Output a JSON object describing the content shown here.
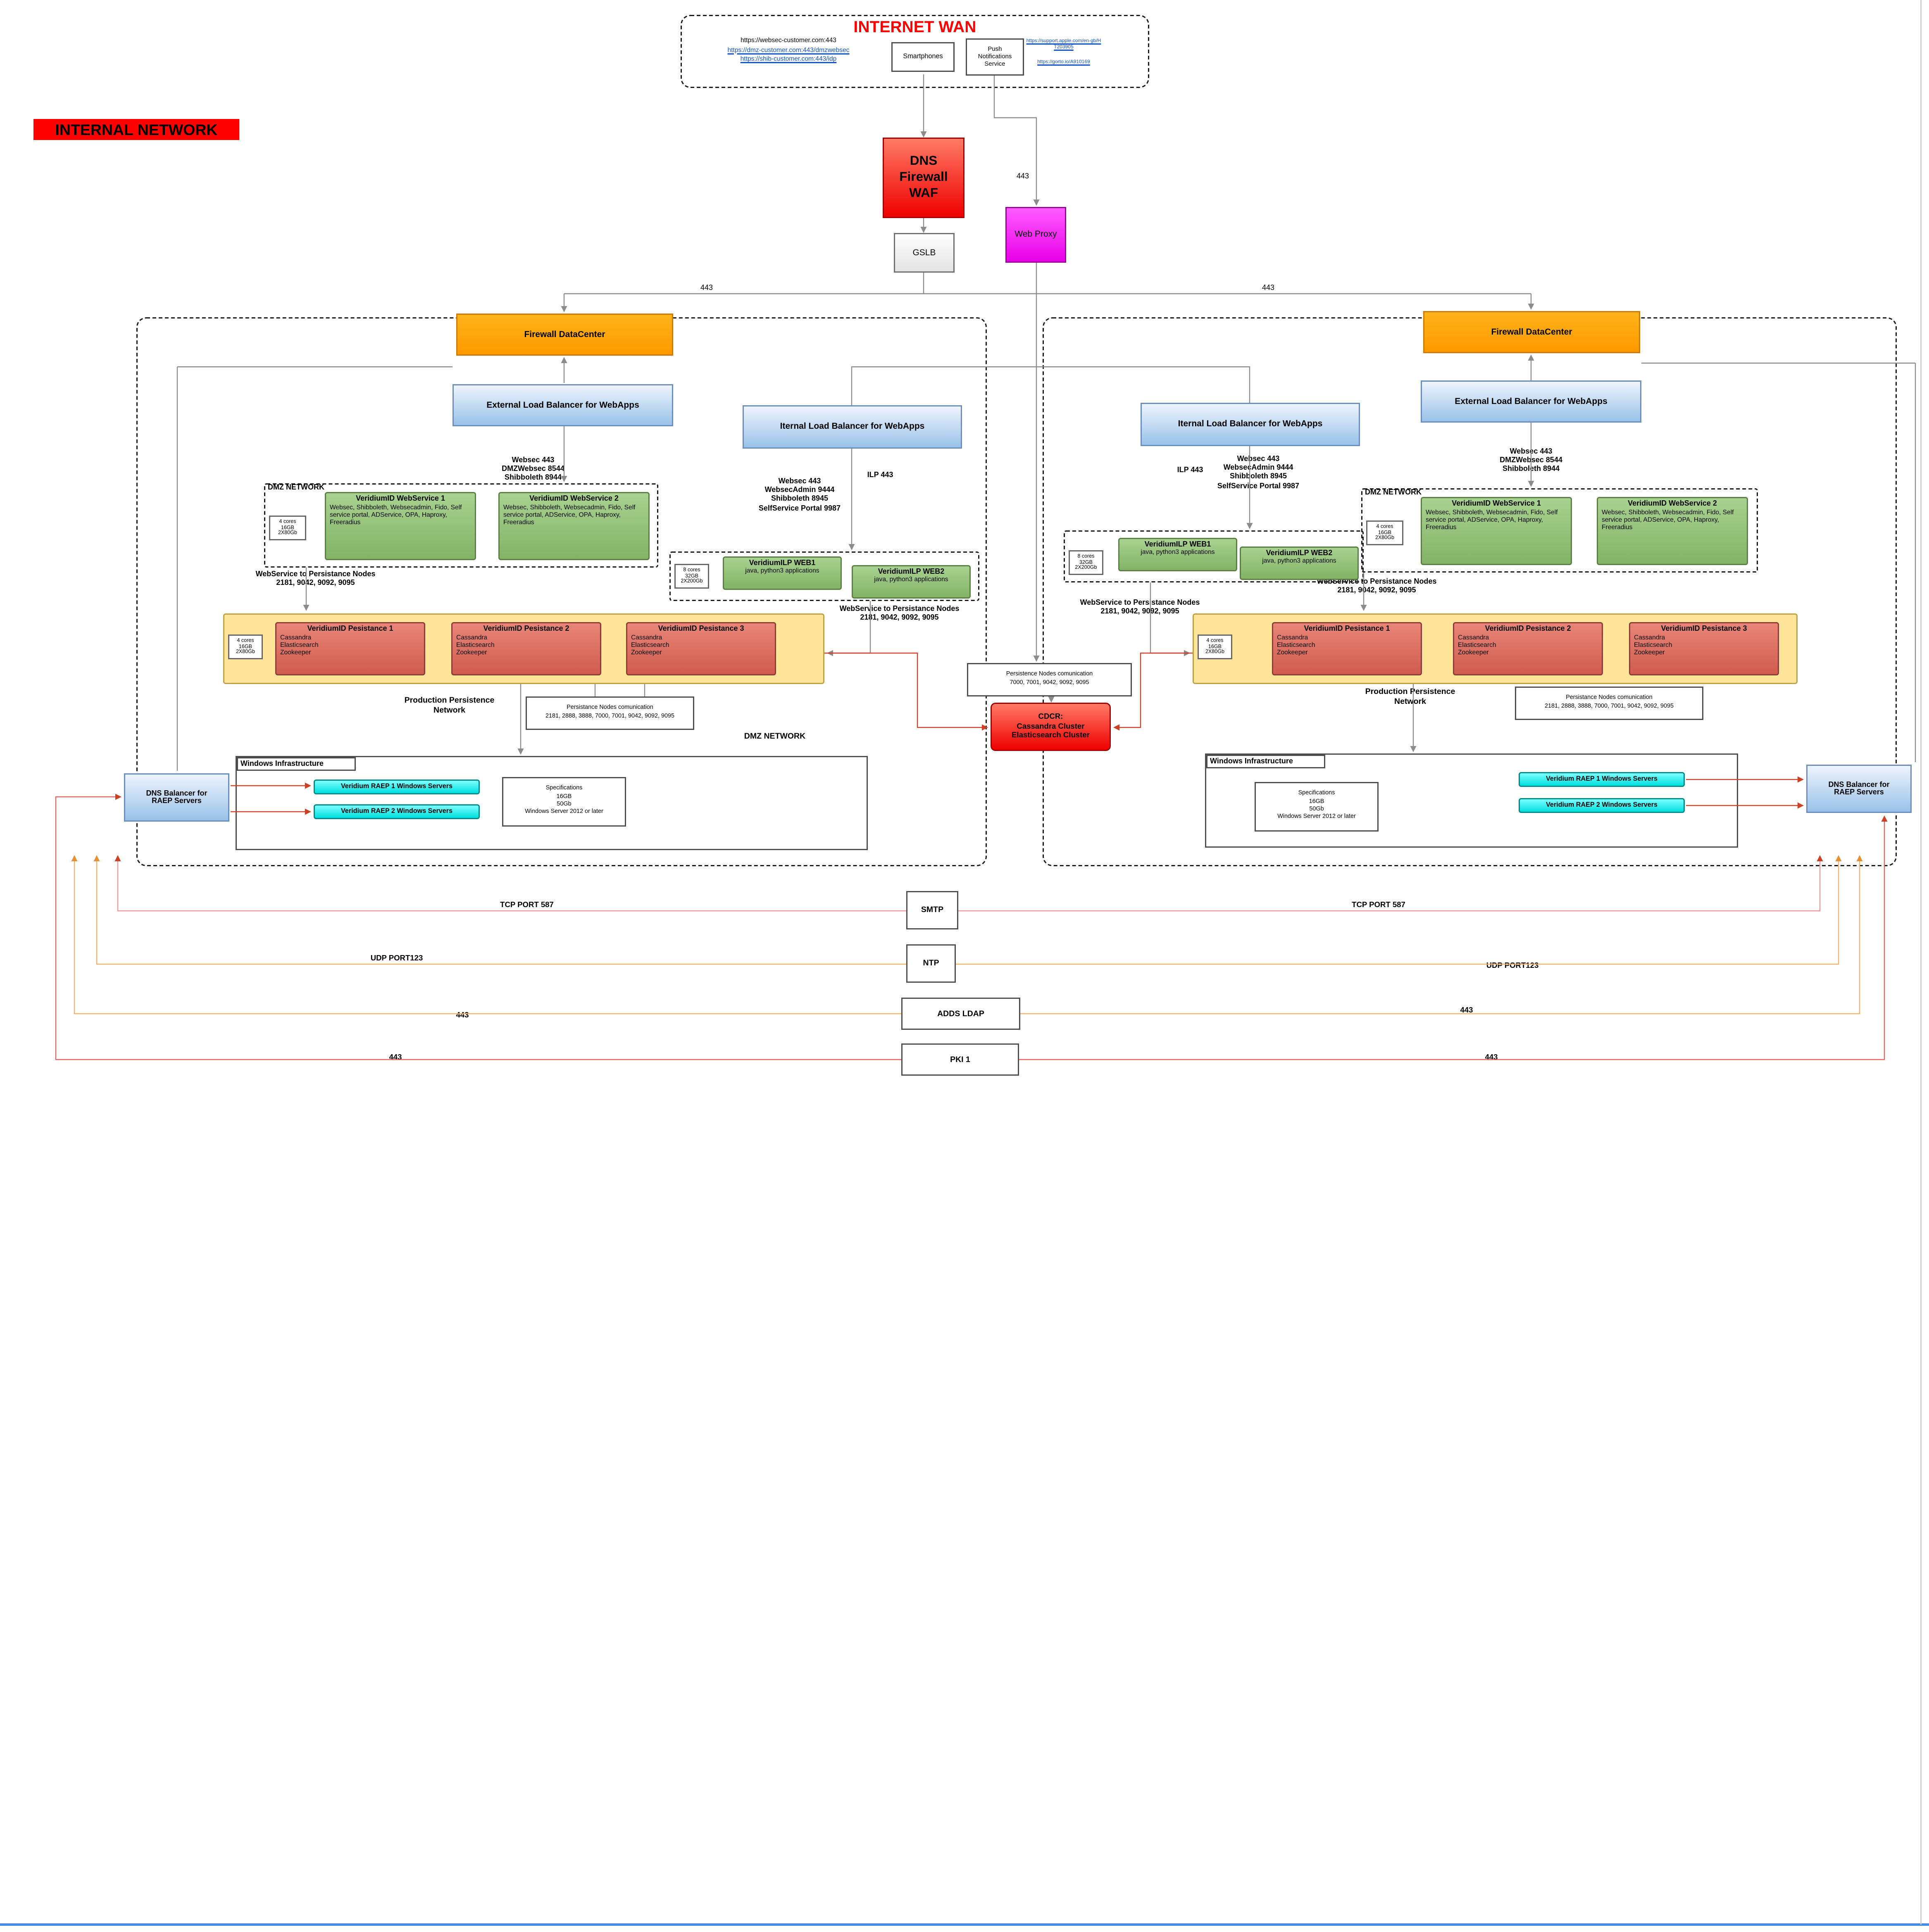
{
  "internet_wan": {
    "title": "INTERNET WAN",
    "url_websec": "https://websec-customer.com:443",
    "url_dmz": "https://dmz-customer.com:443/dmzwebsec",
    "url_shib": "https://shib-customer.com:443/idp",
    "smartphones": "Smartphones",
    "push_service": "Push\nNotifications\nService",
    "link_apple": "https://support.apple.com/en-gb/HT203905",
    "link_gorto": "https://gorto.io/A910169"
  },
  "network": {
    "internal_label": "INTERNAL NETWORK",
    "dns_firewall": "DNS\nFirewall\nWAF",
    "gslb": "GSLB",
    "web_proxy": "Web Proxy",
    "port_443_proxy": "443",
    "port_443_left": "443",
    "port_443_right": "443"
  },
  "dc_left": {
    "firewall": "Firewall DataCenter",
    "external_lb": "External Load Balancer for WebApps",
    "internal_lb": "Iternal Load Balancer for WebApps",
    "ext_ports": "Websec 443\nDMZWebsec 8544\nShibboleth 8944",
    "int_ports": "Websec 443\nWebsecAdmin 9444\nShibboleth 8945\nSelfService Portal 9987",
    "ilp_port": "ILP 443",
    "dmz_label": "DMZ NETWORK",
    "dmz_label_2": "DMZ NETWORK",
    "ws_spec": "4 cores\n16GB\n2X80Gb",
    "ws1_title": "VeridiumID WebService 1",
    "ws2_title": "VeridiumID WebService 2",
    "ws_body": "Websec, Shibboleth, Websecadmin, Fido, Self service portal, ADService, OPA, Haproxy, Freeradius",
    "ws_to_nodes": "WebService to Persistance Nodes\n2181, 9042, 9092, 9095",
    "ilp_spec": "8 cores\n32GB\n2X200Gb",
    "ilp1_title": "VeridiumILP WEB1",
    "ilp2_title": "VeridiumILP WEB2",
    "ilp_body": "java, python3 applications",
    "ilp_to_nodes": "WebService to Persistance Nodes\n2181, 9042, 9092, 9095",
    "pers_spec": "4 cores\n16GB\n2X80Gb",
    "pers1_title": "VeridiumID Pesistance 1",
    "pers2_title": "VeridiumID Pesistance 2",
    "pers3_title": "VeridiumID Pesistance 3",
    "pers_body": "Cassandra\nElasticsearch\nZookeeper",
    "prod_network": "Production Persistence\nNetwork",
    "comm_title": "Persistance Nodes comunication",
    "comm_ports": "2181, 2888, 3888, 7000, 7001, 9042, 9092, 9095",
    "win_label": "Windows Infrastructure",
    "raep1": "Veridium RAEP 1  Windows Servers",
    "raep2": "Veridium RAEP 2  Windows Servers",
    "win_spec": "Specifications\n16GB\n50Gb\nWindows Server 2012 or later",
    "dns_balancer": "DNS Balancer for\nRAEP Servers"
  },
  "dc_right": {
    "firewall": "Firewall DataCenter",
    "external_lb": "External Load Balancer for WebApps",
    "internal_lb": "Iternal Load Balancer for WebApps",
    "ext_ports": "Websec 443\nDMZWebsec 8544\nShibboleth 8944",
    "int_ports": "Websec 443\nWebsecAdmin 9444\nShibboleth 8945\nSelfService Portal 9987",
    "ilp_port": "ILP 443",
    "dmz_label": "DMZ NETWORK",
    "ws_spec": "4 cores\n16GB\n2X80Gb",
    "ws1_title": "VeridiumID WebService 1",
    "ws2_title": "VeridiumID WebService 2",
    "ws_body": "Websec, Shibboleth, Websecadmin, Fido, Self service portal, ADService, OPA, Haproxy, Freeradius",
    "ws_to_nodes": "WebService to Persistance Nodes\n2181, 9042, 9092, 9095",
    "ilp_spec": "8 cores\n32GB\n2X200Gb",
    "ilp1_title": "VeridiumILP WEB1",
    "ilp2_title": "VeridiumILP WEB2",
    "ilp_body": "java, python3 applications",
    "ilp_to_nodes": "WebService to Persistance Nodes\n2181, 9042, 9092, 9095",
    "pers_spec": "4 cores\n16GB\n2X80Gb",
    "pers1_title": "VeridiumID Pesistance 1",
    "pers2_title": "VeridiumID Pesistance 2",
    "pers3_title": "VeridiumID Pesistance 3",
    "pers_body": "Cassandra\nElasticsearch\nZookeeper",
    "prod_network": "Production Persistence\nNetwork",
    "comm_title": "Persistance Nodes comunication",
    "comm_ports": "2181, 2888, 3888, 7000, 7001, 9042, 9092, 9095",
    "win_label": "Windows Infrastructure",
    "raep1": "Veridium RAEP 1  Windows Servers",
    "raep2": "Veridium RAEP 2  Windows Servers",
    "win_spec": "Specifications\n16GB\n50Gb\nWindows Server 2012 or later",
    "dns_balancer": "DNS Balancer for\nRAEP Servers"
  },
  "center": {
    "comm_title": "Persistence Nodes comunication",
    "comm_ports": "7000, 7001, 9042, 9092, 9095",
    "cdcr": "CDCR:\nCassandra Cluster\nElasticsearch Cluster"
  },
  "services": {
    "smtp": "SMTP",
    "ntp": "NTP",
    "adds_ldap": "ADDS LDAP",
    "pki": "PKI 1",
    "tcp_port_left": "TCP PORT 587",
    "tcp_port_right": "TCP PORT 587",
    "udp_port_left": "UDP PORT123",
    "udp_port_right": "UDP PORT123",
    "ldap_443_left": "443",
    "ldap_443_right": "443",
    "pki_443_left": "443",
    "pki_443_right": "443"
  }
}
